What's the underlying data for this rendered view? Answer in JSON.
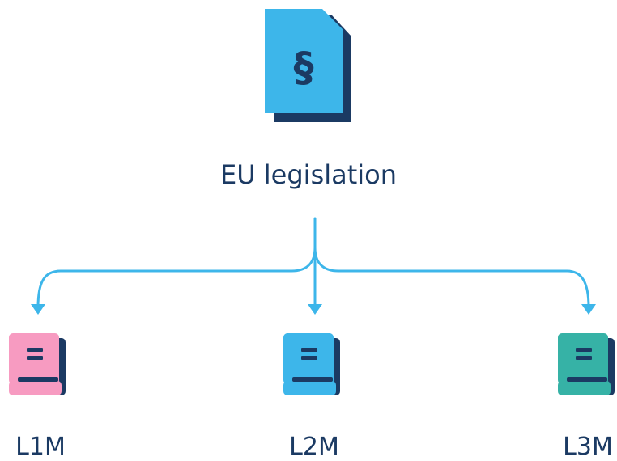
{
  "diagram": {
    "source": {
      "label": "EU legislation",
      "icon": "legal-document-icon",
      "symbol": "§"
    },
    "targets": [
      {
        "label": "L1M",
        "icon": "book-icon",
        "color": "#f79bc1"
      },
      {
        "label": "L2M",
        "icon": "book-icon",
        "color": "#3db6ea"
      },
      {
        "label": "L3M",
        "icon": "book-icon",
        "color": "#36b2a6"
      }
    ],
    "colors": {
      "arrow": "#3db6ea",
      "document": "#3db6ea",
      "shadow": "#1b3a63",
      "text": "#1b3a63"
    }
  }
}
